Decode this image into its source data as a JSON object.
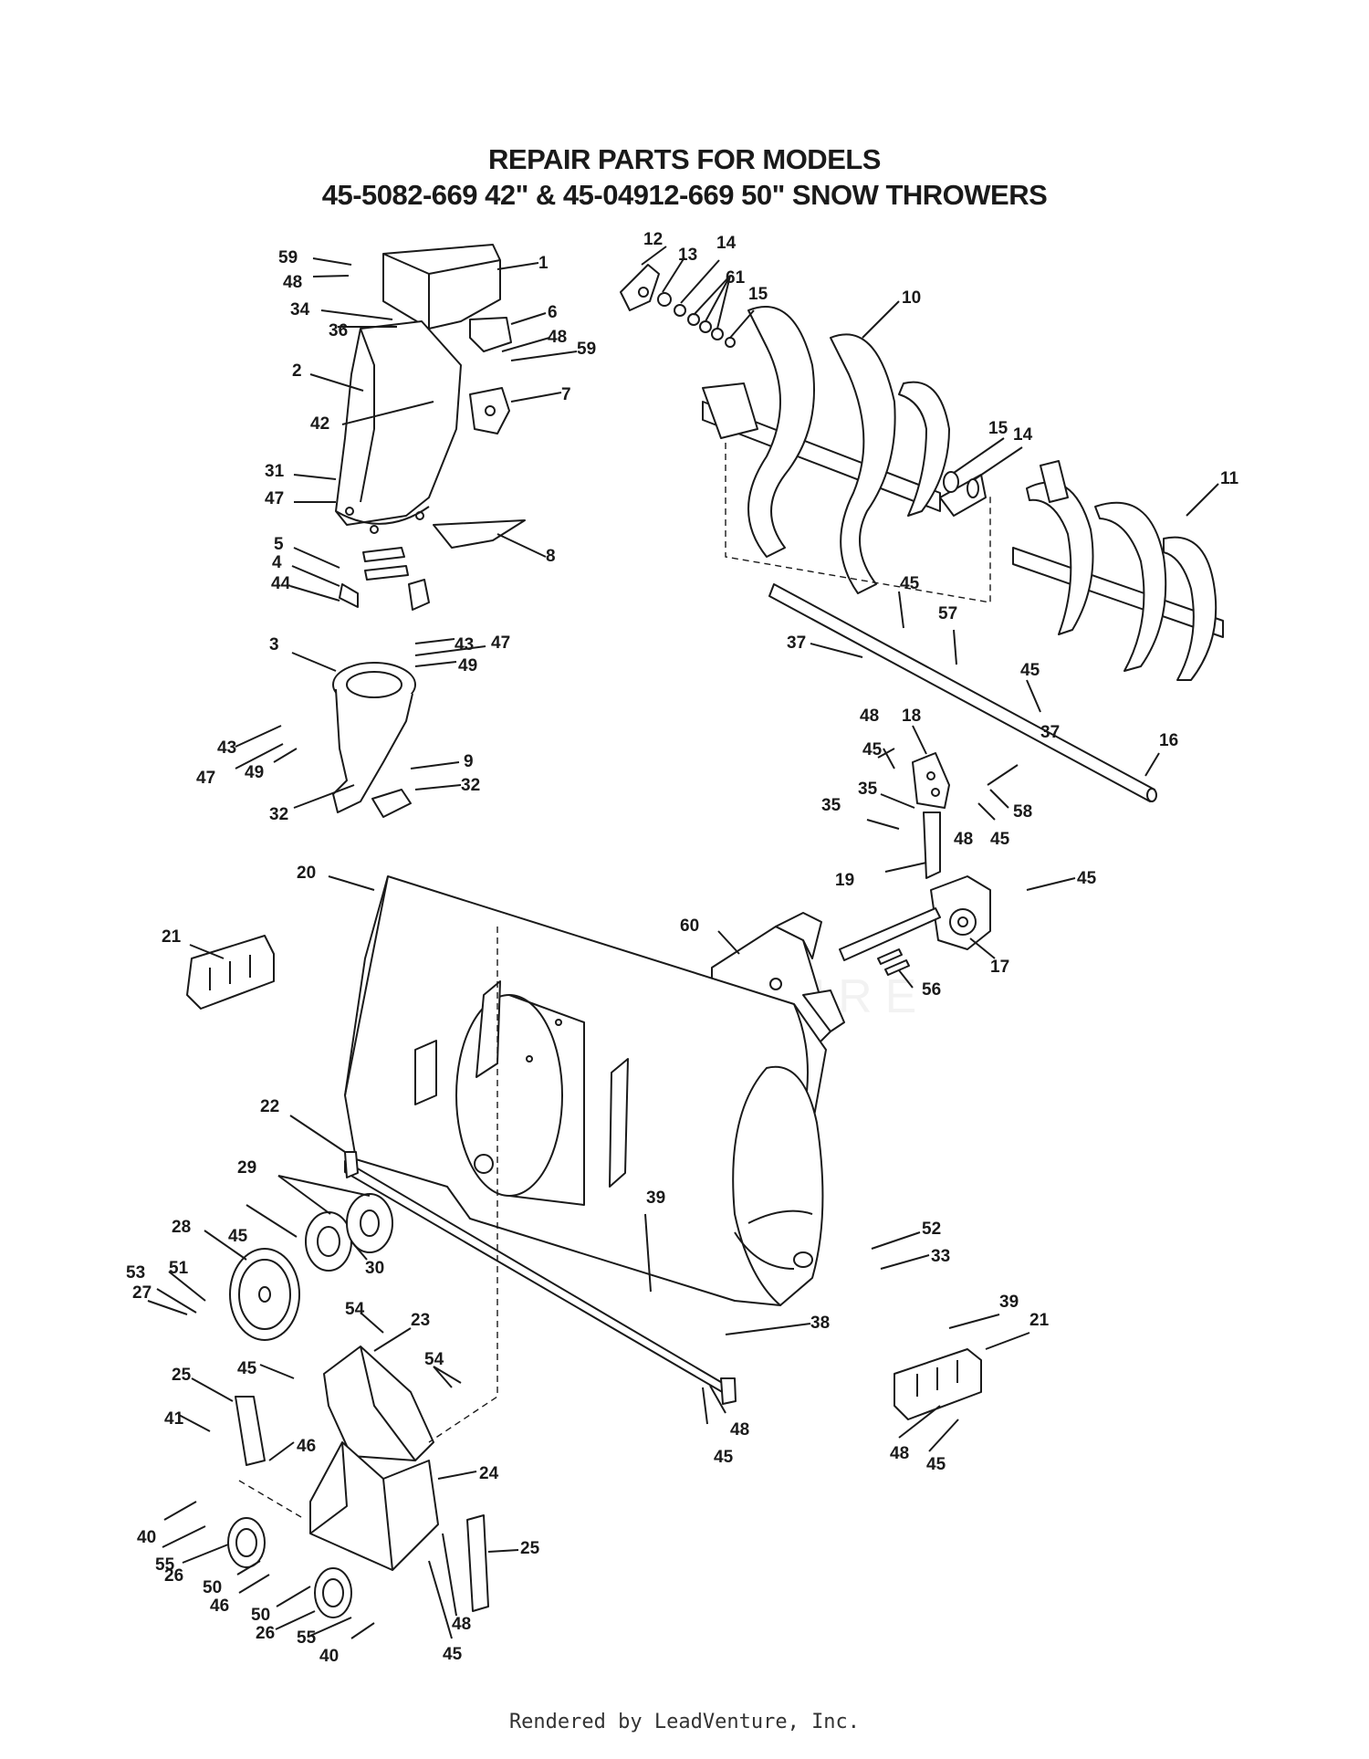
{
  "title": {
    "line1": "REPAIR PARTS FOR MODELS",
    "line2": "45-5082-669 42\" & 45-04912-669 50\" SNOW THROWERS"
  },
  "watermark": "LEADVENTURE",
  "footer": "Rendered by LeadVenture, Inc.",
  "callouts": [
    "1",
    "2",
    "3",
    "4",
    "5",
    "6",
    "7",
    "8",
    "9",
    "10",
    "11",
    "12",
    "13",
    "14",
    "14",
    "15",
    "15",
    "16",
    "17",
    "18",
    "19",
    "20",
    "21",
    "21",
    "22",
    "23",
    "24",
    "25",
    "25",
    "26",
    "26",
    "27",
    "28",
    "29",
    "30",
    "31",
    "32",
    "32",
    "33",
    "34",
    "35",
    "35",
    "36",
    "37",
    "37",
    "38",
    "39",
    "39",
    "40",
    "40",
    "41",
    "42",
    "43",
    "43",
    "44",
    "45",
    "45",
    "45",
    "45",
    "45",
    "45",
    "45",
    "45",
    "45",
    "45",
    "46",
    "46",
    "47",
    "47",
    "47",
    "48",
    "48",
    "48",
    "48",
    "48",
    "48",
    "48",
    "49",
    "49",
    "50",
    "50",
    "51",
    "52",
    "53",
    "54",
    "54",
    "55",
    "55",
    "56",
    "57",
    "58",
    "59",
    "59",
    "60",
    "61"
  ],
  "colors": {
    "ink": "#1a1a1a",
    "paper": "#ffffff"
  }
}
